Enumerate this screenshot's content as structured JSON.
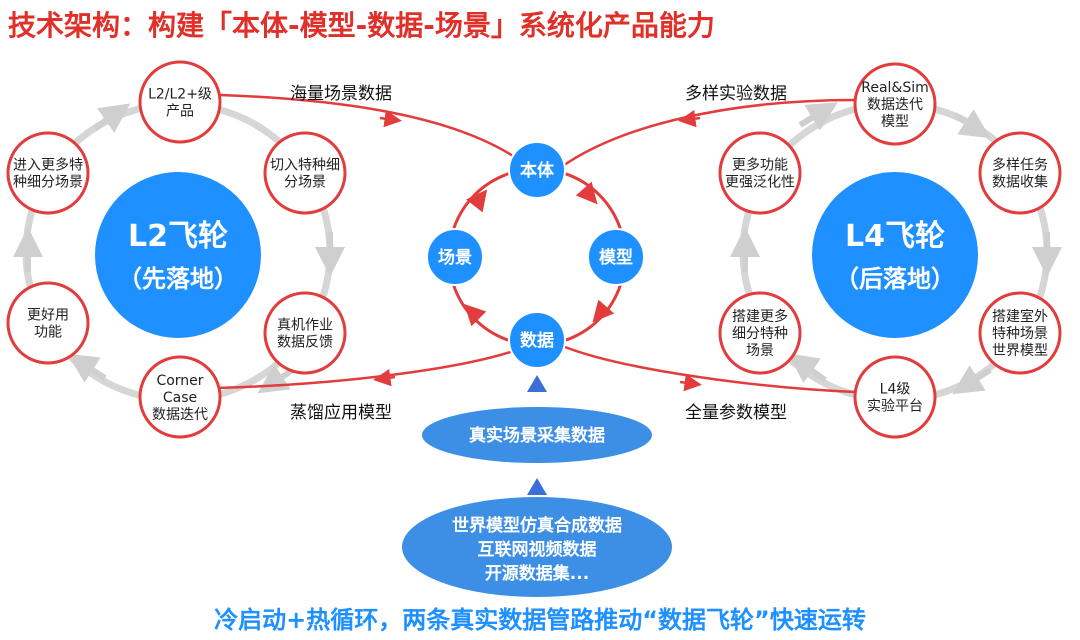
{
  "title": "技术架构：构建「本体-模型-数据-场景」系统化产品能力",
  "footer": "冷启动+热循环，两条真实数据管路推动“数据飞轮”快速运转",
  "colors": {
    "title": "#e0302a",
    "accent_blue": "#1e90ff",
    "red_line": "#e23c3c",
    "gray_arrow": "#cfcfcf"
  },
  "left_wheel": {
    "name": "L2飞轮",
    "sub": "（先落地）",
    "nodes": [
      [
        "L2/L2+级",
        "产品"
      ],
      [
        "切入特种细",
        "分场景"
      ],
      [
        "真机作业",
        "数据反馈"
      ],
      [
        "Corner",
        "Case",
        "数据迭代"
      ],
      [
        "更好用",
        "功能"
      ],
      [
        "进入更多特",
        "种细分场景"
      ]
    ]
  },
  "right_wheel": {
    "name": "L4飞轮",
    "sub": "（后落地）",
    "nodes": [
      [
        "Real&Sim",
        "数据迭代",
        "模型"
      ],
      [
        "多样任务",
        "数据收集"
      ],
      [
        "搭建室外",
        "特种场景",
        "世界模型"
      ],
      [
        "L4级",
        "实验平台"
      ],
      [
        "搭建更多",
        "细分特种",
        "场景"
      ],
      [
        "更多功能",
        "更强泛化性"
      ]
    ]
  },
  "core": {
    "top": "本体",
    "right": "模型",
    "bottom": "数据",
    "left": "场景"
  },
  "labels": {
    "top_left": "海量场景数据",
    "top_right": "多样实验数据",
    "bottom_left": "蒸馏应用模型",
    "bottom_right": "全量参数模型"
  },
  "sources": {
    "real": "真实场景采集数据",
    "other": [
      "世界模型仿真合成数据",
      "互联网视频数据",
      "开源数据集..."
    ]
  }
}
